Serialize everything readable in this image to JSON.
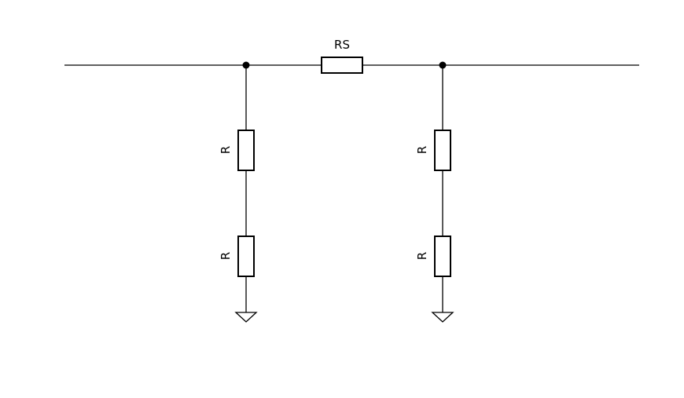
{
  "colors": {
    "line": "#000000",
    "background": "#ffffff"
  },
  "components": {
    "rs_label": "RS",
    "left_upper_label": "R",
    "left_lower_label": "R",
    "right_upper_label": "R",
    "right_lower_label": "R"
  }
}
